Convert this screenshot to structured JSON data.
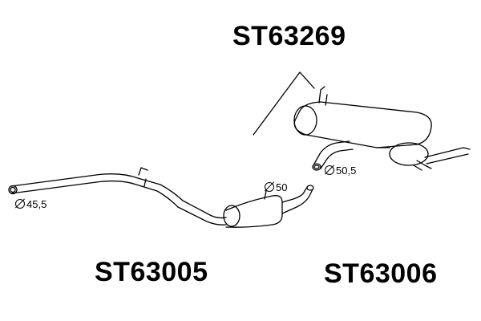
{
  "parts": {
    "rear_silencer": {
      "part_no": "ST63269",
      "diameter": "50,5",
      "diameter_icon": "diameter-symbol-icon"
    },
    "front_pipe": {
      "part_no": "ST63005",
      "diameter": "45,5",
      "diameter_icon": "diameter-symbol-icon"
    },
    "middle_silencer": {
      "part_no": "ST63006",
      "diameter": "50",
      "diameter_icon": "diameter-symbol-icon"
    }
  },
  "colors": {
    "line": "#000000",
    "background": "#ffffff"
  }
}
